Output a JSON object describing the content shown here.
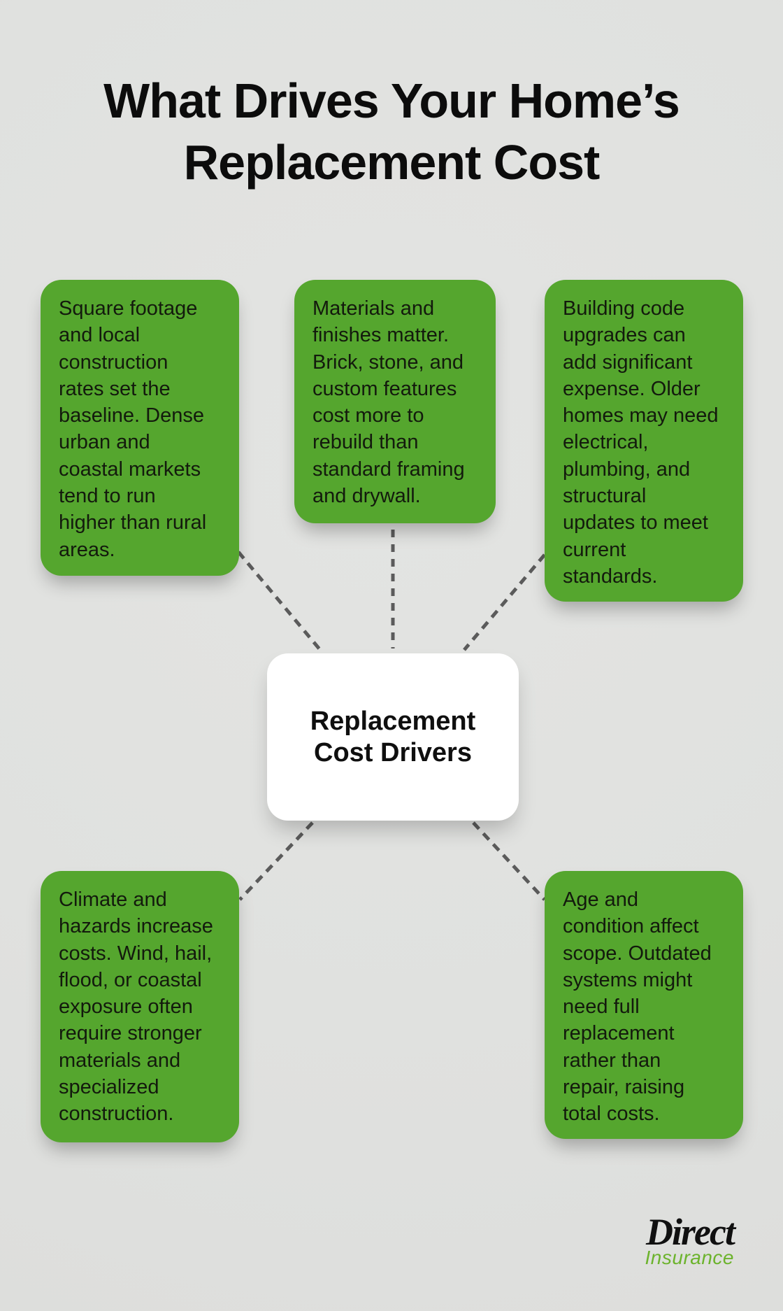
{
  "page": {
    "title": "What Drives Your Home’s\nReplacement Cost"
  },
  "diagram": {
    "center": {
      "label": "Replacement\nCost Drivers"
    },
    "nodes": {
      "square_footage": {
        "text": "Square footage\nand local\nconstruction\nrates set the\nbaseline. Dense\nurban and\ncoastal markets\ntend to run\nhigher than rural\nareas."
      },
      "materials": {
        "text": "Materials and\nfinishes matter.\nBrick, stone, and\ncustom features\ncost more to\nrebuild than\nstandard framing\nand drywall."
      },
      "building_code": {
        "text": "Building code\nupgrades can\nadd significant\nexpense. Older\nhomes may need\nelectrical,\nplumbing, and\nstructural\nupdates to meet\ncurrent\nstandards."
      },
      "climate": {
        "text": "Climate and\nhazards increase\ncosts. Wind, hail,\nflood, or coastal\nexposure often\nrequire stronger\nmaterials and\nspecialized\nconstruction."
      },
      "age_condition": {
        "text": "Age and\ncondition affect\nscope. Outdated\nsystems might\nneed full\nreplacement\nrather than\nrepair, raising\ntotal costs."
      }
    }
  },
  "logo": {
    "primary": "Direct",
    "secondary": "Insurance"
  },
  "colors": {
    "background": "#e1e1e0",
    "node_green": "#55a62e",
    "node_text": "#131a0d",
    "center_background": "#ffffff",
    "title_text": "#0c0c0c",
    "connector_gray": "#5b5b5b",
    "logo_black": "#101010",
    "logo_green": "#6cb32c"
  }
}
